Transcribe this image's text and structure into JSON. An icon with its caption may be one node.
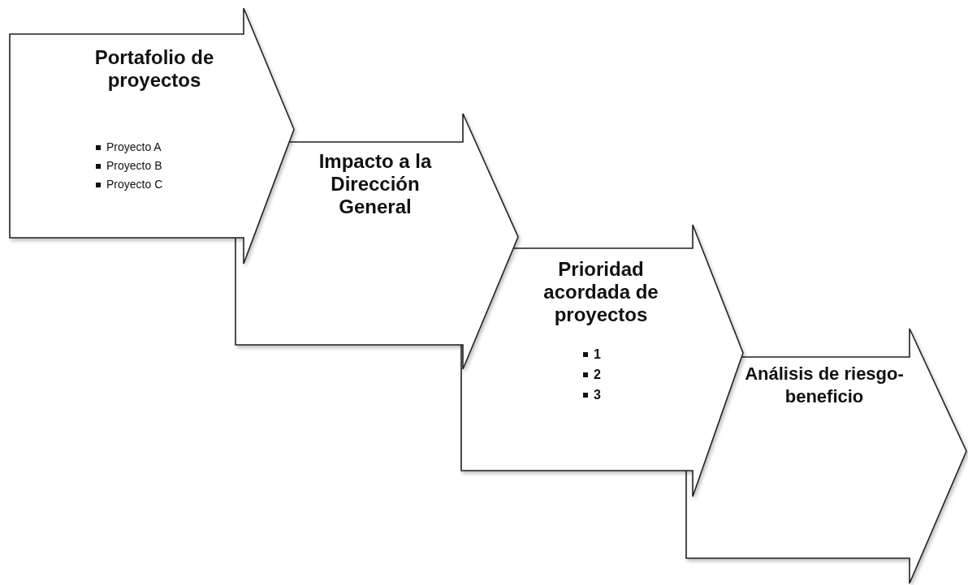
{
  "diagram": {
    "nodes": [
      {
        "text": [
          "Portafolio de proyectos",
          "Proyecto A",
          "Proyecto B",
          "Proyecto C"
        ]
      },
      {
        "text": [
          "Impacto a la Dirección General"
        ]
      },
      {
        "text": [
          "Prioridad acordada de proyectos",
          "1",
          "2",
          "3"
        ]
      },
      {
        "text": [
          "Análisis de riesgo-beneficio"
        ]
      }
    ]
  }
}
